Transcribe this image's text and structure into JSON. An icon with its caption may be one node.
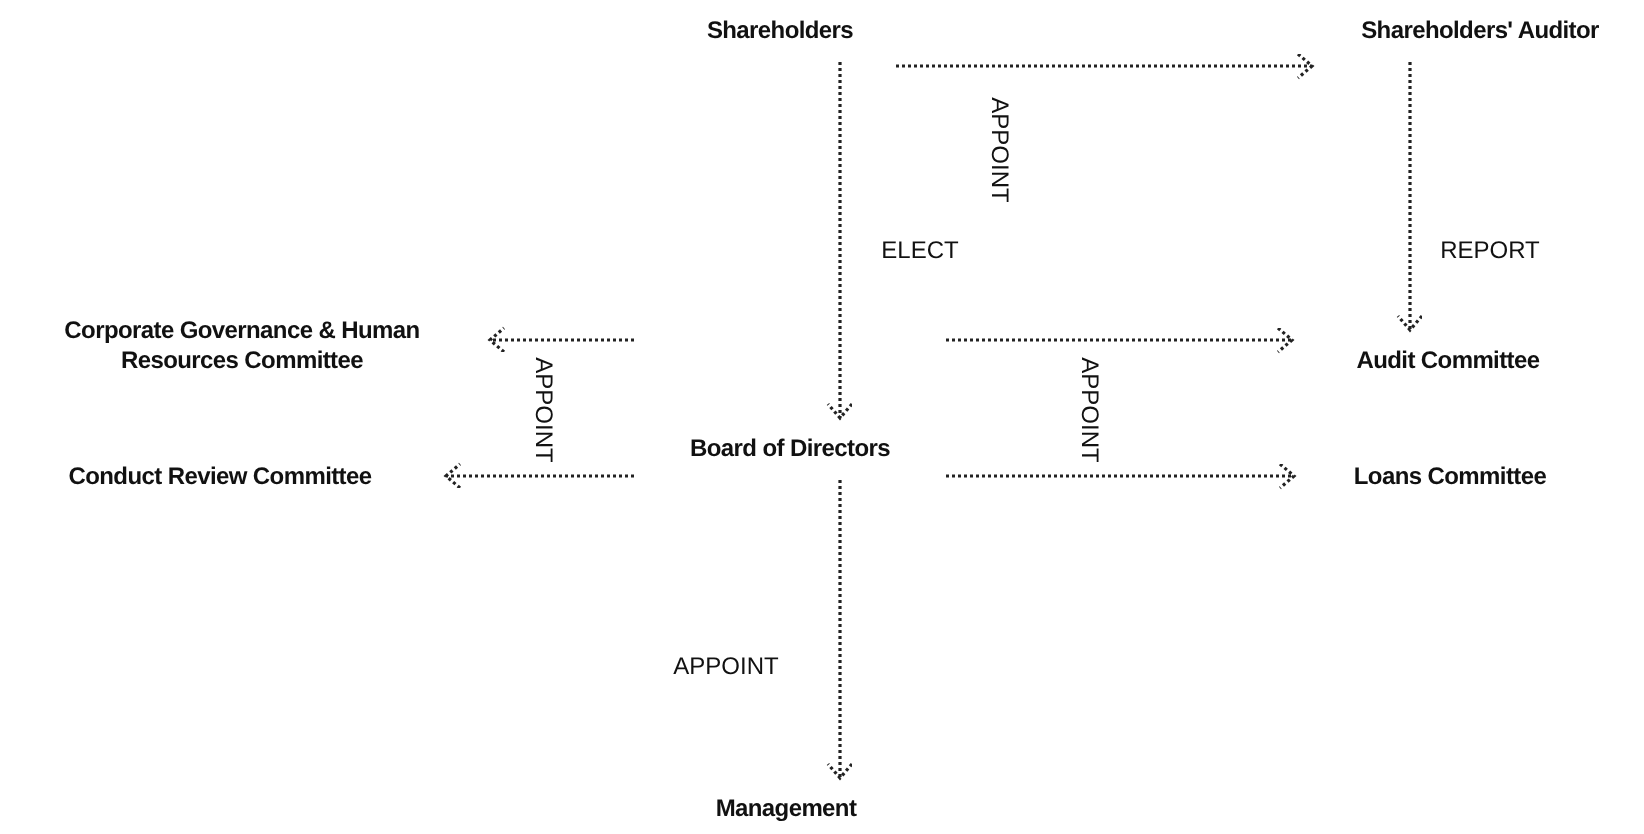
{
  "diagram": {
    "nodes": [
      {
        "text": [
          "Shareholders"
        ]
      },
      {
        "text": [
          "Shareholders' Auditor"
        ]
      },
      {
        "text": [
          "Board of Directors"
        ]
      },
      {
        "text": [
          "Corporate Governance & Human Resources Committee"
        ]
      },
      {
        "text": [
          "Conduct Review Committee"
        ]
      },
      {
        "text": [
          "Audit Committee"
        ]
      },
      {
        "text": [
          "Loans Committee"
        ]
      },
      {
        "text": [
          "Management"
        ]
      }
    ],
    "edges": [
      {
        "from": 0,
        "to": 1,
        "arrow": "to",
        "label": "APPOINT"
      },
      {
        "from": 0,
        "to": 2,
        "arrow": "to",
        "label": "ELECT"
      },
      {
        "from": 1,
        "to": 5,
        "arrow": "to",
        "label": "REPORT"
      },
      {
        "from": 2,
        "to": 3,
        "arrow": "to"
      },
      {
        "from": 2,
        "to": 5,
        "arrow": "to"
      },
      {
        "from": 2,
        "to": 4,
        "arrow": "to"
      },
      {
        "from": 2,
        "to": 6,
        "arrow": "to"
      },
      {
        "from": 2,
        "to": 7,
        "arrow": "to",
        "label": "APPOINT"
      }
    ],
    "labels": [
      "APPOINT",
      "APPOINT"
    ]
  }
}
